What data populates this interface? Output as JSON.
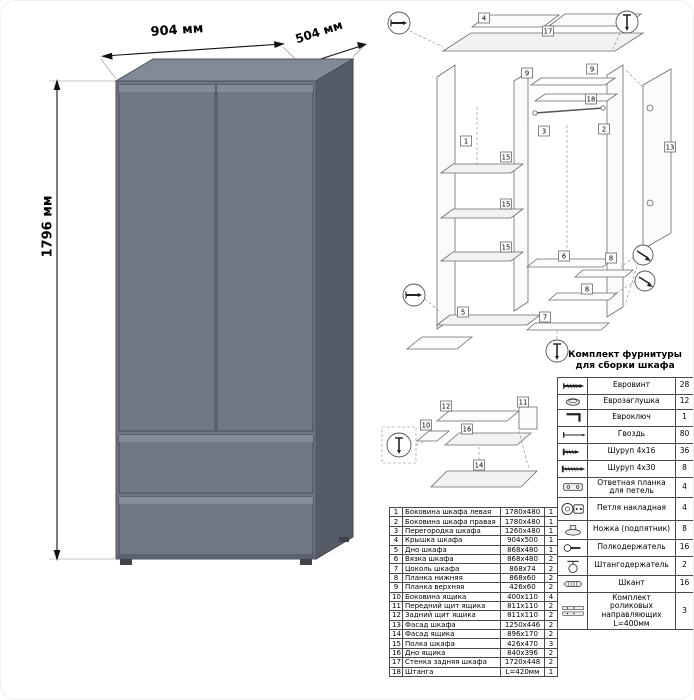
{
  "dimensions": {
    "width": "904 мм",
    "depth": "504 мм",
    "height": "1796 мм"
  },
  "exploded": {
    "labels": [
      "4",
      "17",
      "9",
      "9",
      "18",
      "1",
      "3",
      "2",
      "13",
      "15",
      "15",
      "15",
      "6",
      "8",
      "8",
      "5",
      "7"
    ]
  },
  "drawer_diagram": {
    "labels": [
      "12",
      "10",
      "16",
      "11",
      "14"
    ]
  },
  "hardware": {
    "title_line1": "Комплект фурнитуры",
    "title_line2": "для сборки шкафа",
    "items": [
      {
        "icon": "euro-screw",
        "name": "Евровинт",
        "qty": "28"
      },
      {
        "icon": "euro-cap",
        "name": "Еврозаглушка",
        "qty": "12"
      },
      {
        "icon": "hex-key",
        "name": "Евроключ",
        "qty": "1"
      },
      {
        "icon": "nail",
        "name": "Гвоздь",
        "qty": "80"
      },
      {
        "icon": "screw-16",
        "name": "Шуруп 4x16",
        "qty": "36"
      },
      {
        "icon": "screw-30",
        "name": "Шуруп 4x30",
        "qty": "8"
      },
      {
        "icon": "strike-plate",
        "name": "Ответная планка для петель",
        "qty": "4"
      },
      {
        "icon": "hinge",
        "name": "Петля накладная",
        "qty": "4"
      },
      {
        "icon": "foot",
        "name": "Ножка (подпятник)",
        "qty": "8"
      },
      {
        "icon": "shelf-pin",
        "name": "Полкодержатель",
        "qty": "16"
      },
      {
        "icon": "rod-holder",
        "name": "Штангодержатель",
        "qty": "2"
      },
      {
        "icon": "dowel",
        "name": "Шкант",
        "qty": "16"
      },
      {
        "icon": "rails",
        "name": "Комплект роликовых направляющих L=400мм",
        "qty": "3"
      }
    ]
  },
  "parts": {
    "rows": [
      [
        "1",
        "Боковина шкафа левая",
        "1780x480",
        "1"
      ],
      [
        "2",
        "Боковина шкафа правая",
        "1780x480",
        "1"
      ],
      [
        "3",
        "Перегородка шкафа",
        "1260x480",
        "1"
      ],
      [
        "4",
        "Крышка шкафа",
        "904x500",
        "1"
      ],
      [
        "5",
        "Дно шкафа",
        "868x480",
        "1"
      ],
      [
        "6",
        "Вязка шкафа",
        "868x480",
        "2"
      ],
      [
        "7",
        "Цоколь шкафа",
        "868x74",
        "2"
      ],
      [
        "8",
        "Планка нижняя",
        "868x60",
        "2"
      ],
      [
        "9",
        "Планка верхняя",
        "426x60",
        "2"
      ],
      [
        "10",
        "Боковина ящика",
        "400x110",
        "4"
      ],
      [
        "11",
        "Передний щит ящика",
        "811x110",
        "2"
      ],
      [
        "12",
        "Задний щит ящика",
        "811x110",
        "2"
      ],
      [
        "13",
        "Фасад шкафа",
        "1250x446",
        "2"
      ],
      [
        "14",
        "Фасад ящика",
        "896x170",
        "2"
      ],
      [
        "15",
        "Полка шкафа",
        "426x470",
        "3"
      ],
      [
        "16",
        "Дно ящика",
        "840x396",
        "2"
      ],
      [
        "17",
        "Стенка задняя шкафа",
        "1720x448",
        "2"
      ],
      [
        "18",
        "Штанга",
        "L=420мм",
        "1"
      ]
    ]
  }
}
